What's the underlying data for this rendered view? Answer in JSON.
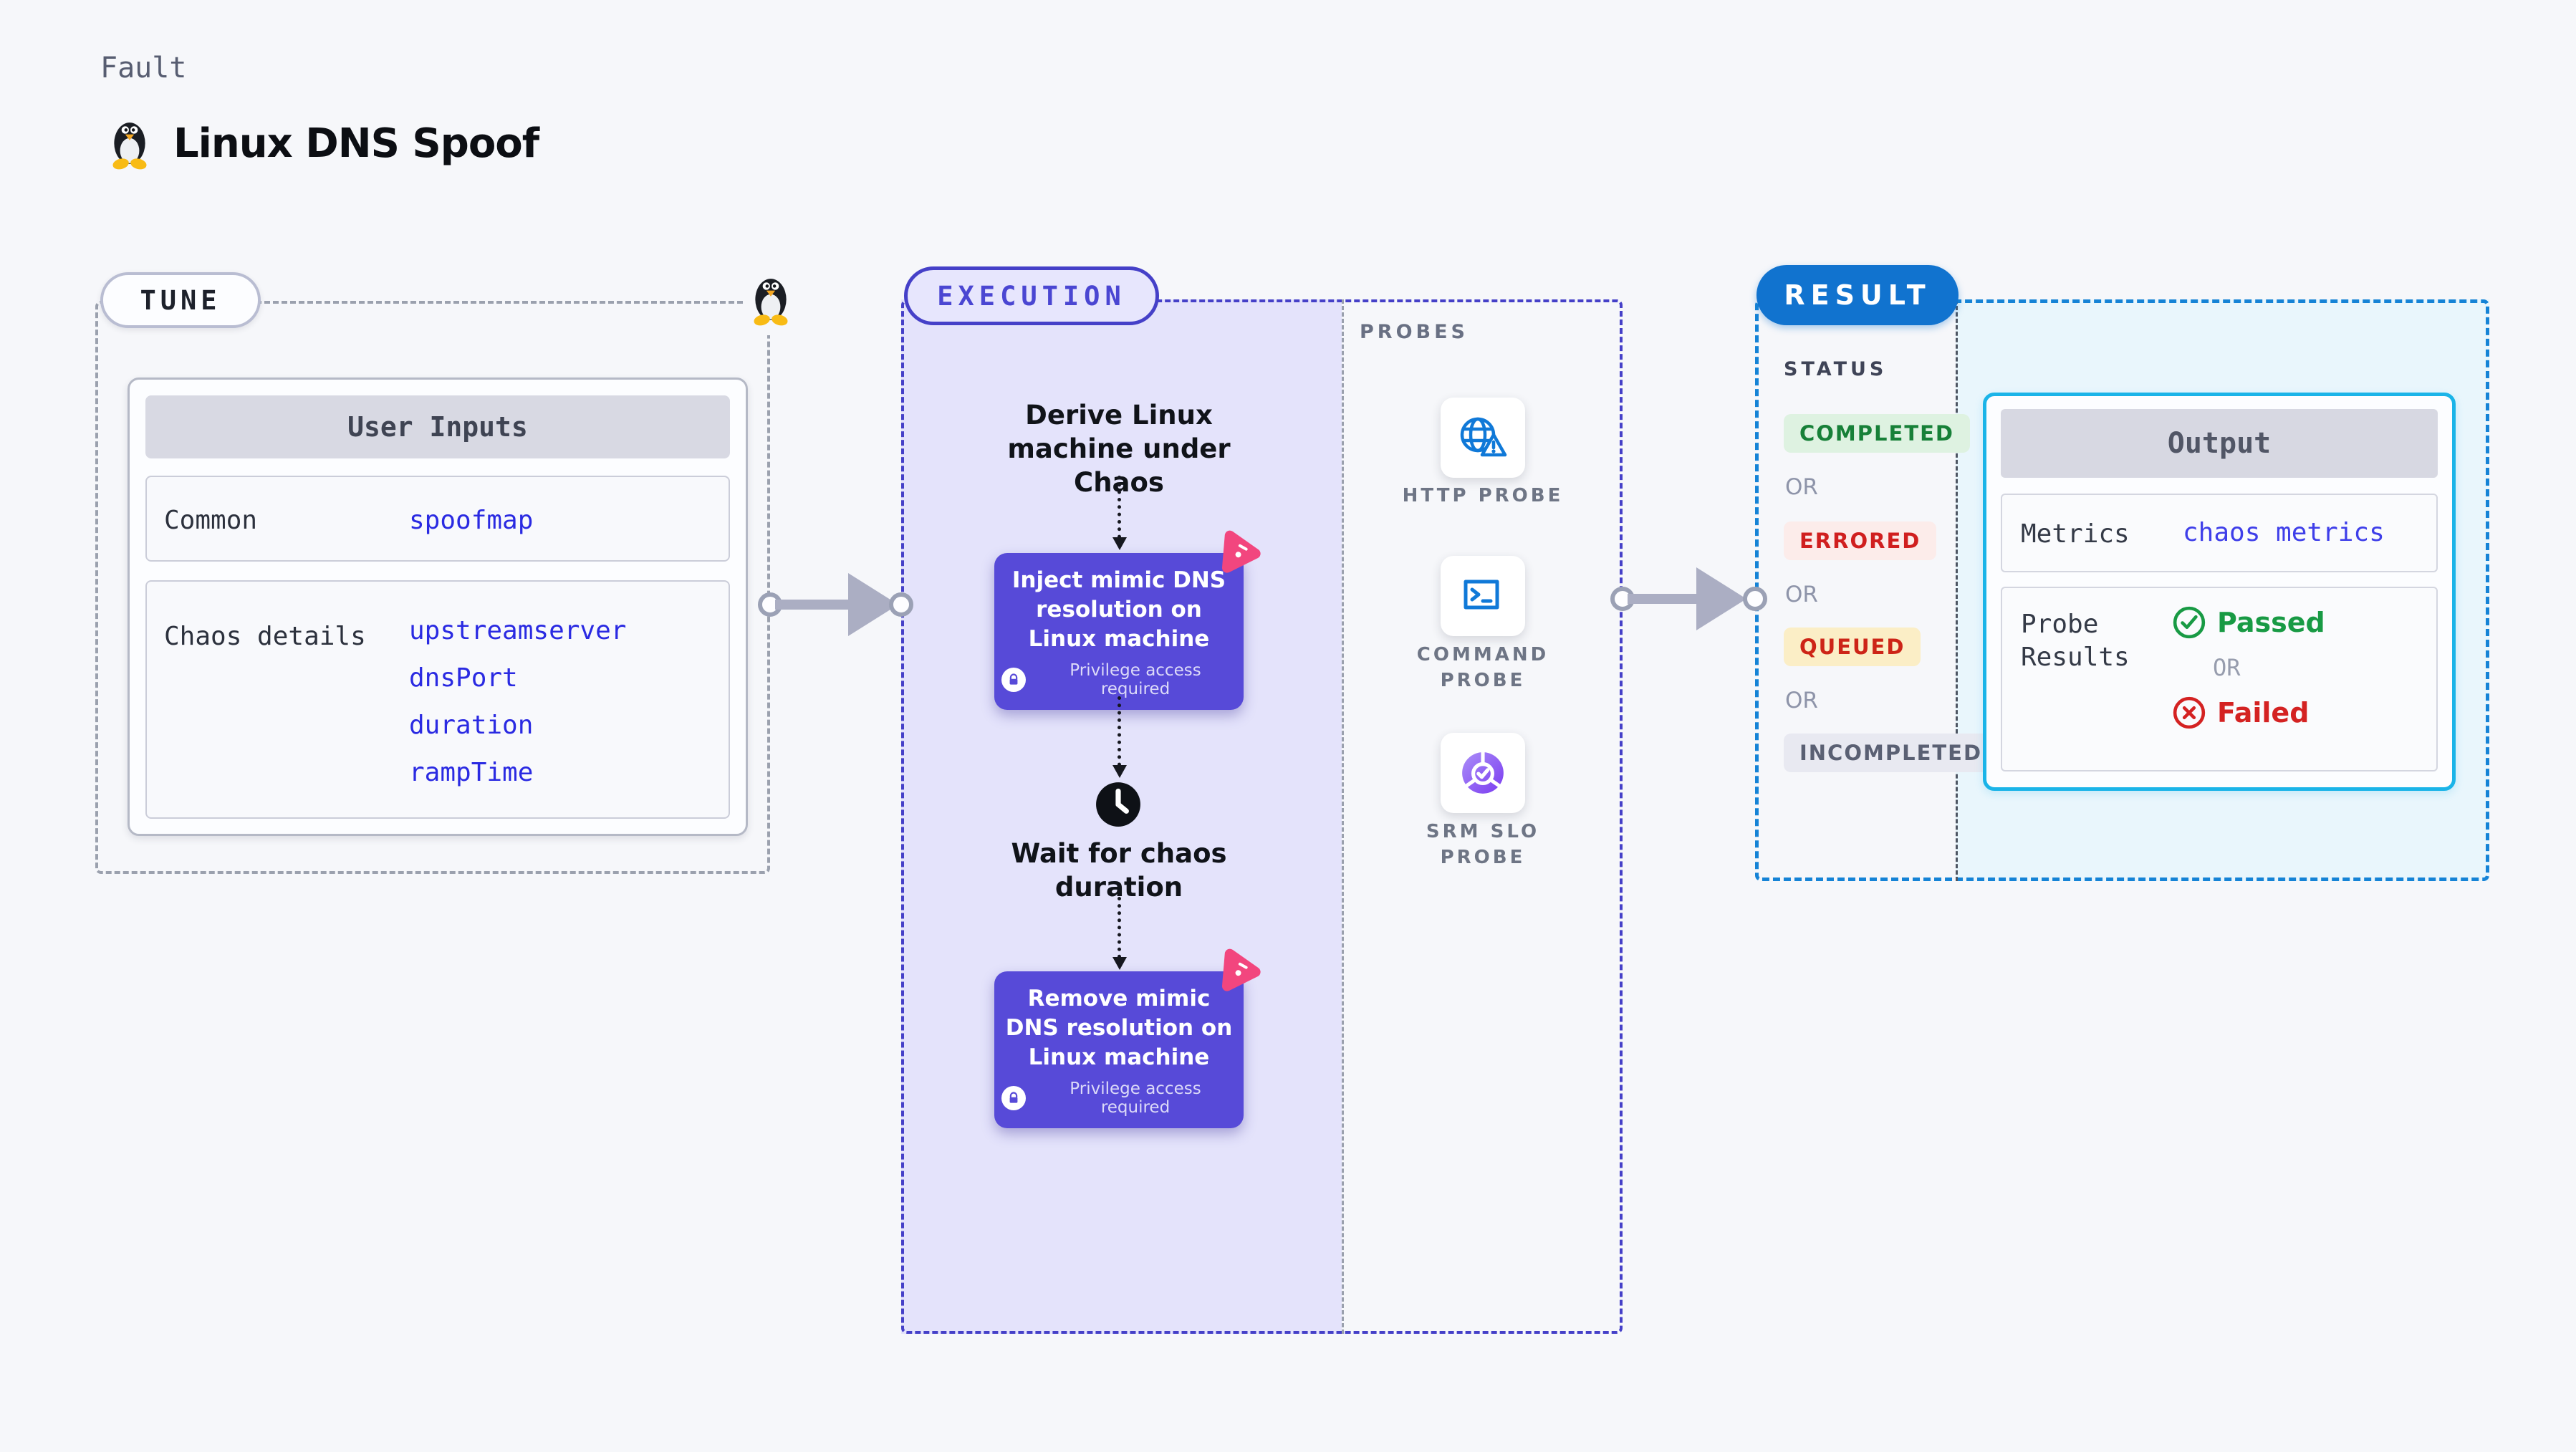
{
  "header": {
    "category": "Fault",
    "title": "Linux DNS Spoof"
  },
  "tune": {
    "badge": "TUNE",
    "table": {
      "title": "User Inputs",
      "rows": [
        {
          "label": "Common",
          "values": [
            "spoofmap"
          ]
        },
        {
          "label": "Chaos details",
          "values": [
            "upstreamserver",
            "dnsPort",
            "duration",
            "rampTime"
          ]
        }
      ]
    }
  },
  "execution": {
    "badge": "EXECUTION",
    "steps": {
      "derive": "Derive Linux machine under Chaos",
      "inject": "Inject mimic DNS resolution on Linux machine",
      "wait": "Wait for chaos duration",
      "remove": "Remove mimic DNS resolution on Linux machine"
    },
    "privilege_label": "Privilege access required",
    "probes": {
      "title": "PROBES",
      "items": [
        {
          "label": "HTTP PROBE",
          "icon": "globe-alert-icon"
        },
        {
          "label": "COMMAND PROBE",
          "icon": "terminal-icon"
        },
        {
          "label": "SRM SLO PROBE",
          "icon": "slo-pie-check-icon"
        }
      ]
    }
  },
  "result": {
    "badge": "RESULT",
    "status": {
      "title": "STATUS",
      "or": "OR",
      "badges": [
        {
          "label": "COMPLETED",
          "fg": "#178038",
          "bg": "#def2e1"
        },
        {
          "label": "ERRORED",
          "fg": "#d01f1f",
          "bg": "#fcecea"
        },
        {
          "label": "QUEUED",
          "fg": "#cd2417",
          "bg": "#fbeec6"
        },
        {
          "label": "INCOMPLETED",
          "fg": "#5a6073",
          "bg": "#e8e9f1"
        }
      ]
    },
    "output": {
      "title": "Output",
      "metrics_label": "Metrics",
      "metrics_value": "chaos metrics",
      "probe_results_label": "Probe Results",
      "passed": "Passed",
      "or": "OR",
      "failed": "Failed"
    }
  },
  "colors": {
    "page_bg": "#f6f7fa",
    "tune_dash": "#9ba1ae",
    "execution_accent": "#4540c8",
    "execution_fill": "#e4e3fb",
    "node_purple": "#574ad8",
    "pink_logo": "#f2467e",
    "probe_blue": "#1079d8",
    "result_blue": "#1173cf",
    "result_dash": "#1583d6",
    "result_fill": "#e9f6fc",
    "output_border": "#1ab4e8",
    "value_blue": "#2a2ae2",
    "passed_green": "#189a44",
    "failed_red": "#d42222",
    "arrow_gray": "#abaec3"
  }
}
